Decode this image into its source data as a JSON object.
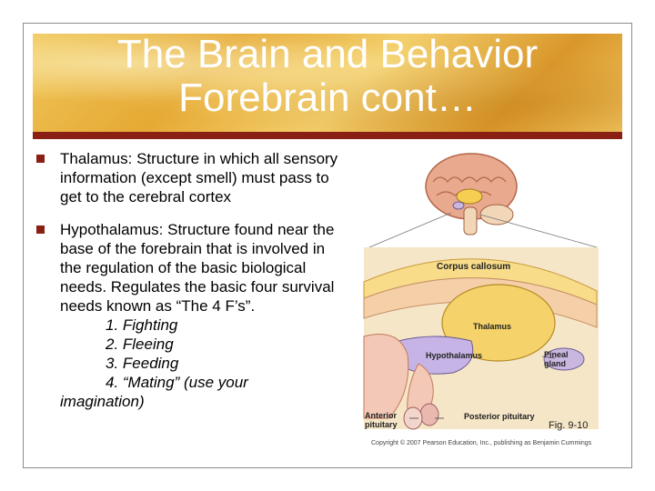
{
  "slide": {
    "title_line1": "The Brain and Behavior",
    "title_line2": "Forebrain cont…",
    "colors": {
      "banner": "#e6a934",
      "accent": "#8a1f14",
      "title_text": "#ffffff"
    }
  },
  "bullets": [
    {
      "text": "Thalamus: Structure in which all sensory information (except smell) must pass to get to the cerebral cortex"
    },
    {
      "text": "Hypothalamus: Structure found near the base of the forebrain that is involved in the regulation of the basic biological needs. Regulates the basic four survival needs known as “The 4 F’s”.",
      "items": [
        "1. Fighting",
        "2. Fleeing",
        "3. Feeding",
        "4. “Mating” (use your"
      ],
      "closing": "imagination)"
    }
  ],
  "figure": {
    "labels": {
      "corpus": "Corpus callosum",
      "thalamus": "Thalamus",
      "hypothalamus": "Hypothalamus",
      "pineal": "Pineal gland",
      "anterior": "Anterior pituitary",
      "posterior": "Posterior pituitary",
      "fig": "Fig. 9-10"
    },
    "copyright": "Copyright © 2007 Pearson Education, Inc., publishing as Benjamin Cummings"
  }
}
